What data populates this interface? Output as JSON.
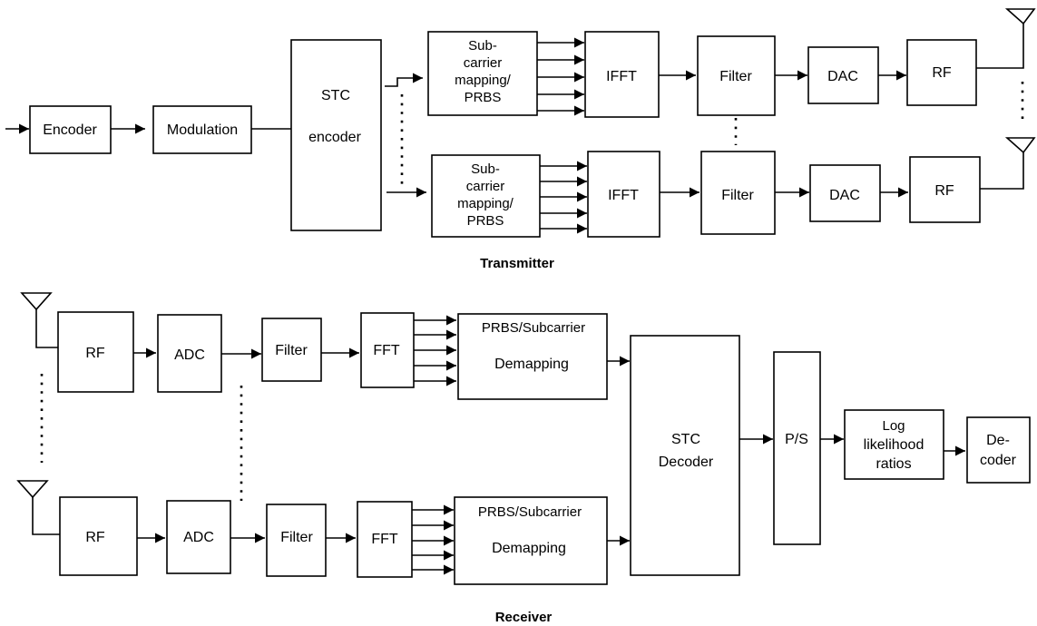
{
  "transmitter": {
    "caption": "Transmitter",
    "encoder": "Encoder",
    "modulation": "Modulation",
    "stc_encoder": [
      "STC",
      "encoder"
    ],
    "mapping": [
      "Sub-",
      "carrier",
      "mapping/",
      "PRBS"
    ],
    "ifft": "IFFT",
    "filter": "Filter",
    "dac": "DAC",
    "rf": "RF"
  },
  "receiver": {
    "caption": "Receiver",
    "rf": "RF",
    "adc": "ADC",
    "filter": "Filter",
    "fft": "FFT",
    "demapping": [
      "PRBS/Subcarrier",
      "Demapping"
    ],
    "stc_decoder": [
      "STC",
      "Decoder"
    ],
    "ps": "P/S",
    "llr": [
      "Log",
      "likelihood",
      "ratios"
    ],
    "decoder": [
      "De-",
      "coder"
    ]
  }
}
